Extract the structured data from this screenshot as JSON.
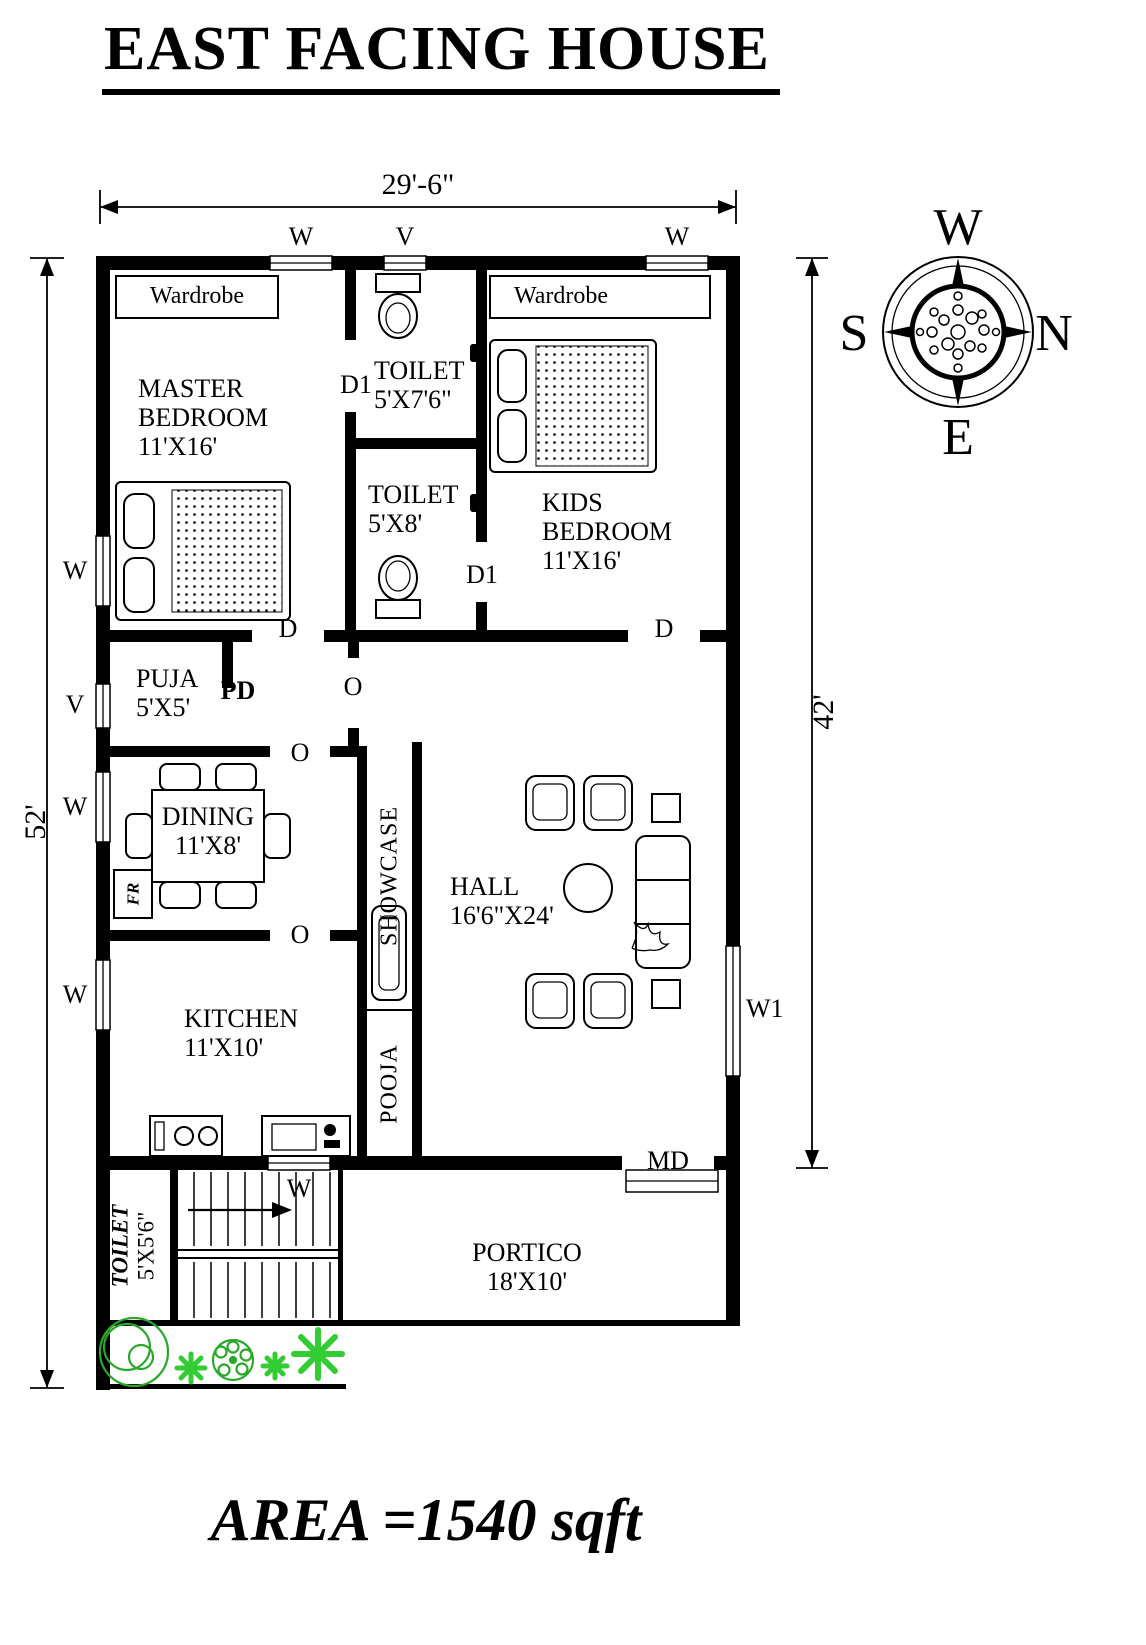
{
  "title": "EAST FACING HOUSE",
  "area_text": "AREA =1540 sqft",
  "dimensions": {
    "top_width": "29'-6\"",
    "left_height": "52'",
    "right_height": "42'"
  },
  "compass": {
    "top": "W",
    "left": "S",
    "right": "N",
    "bottom": "E"
  },
  "rooms": {
    "master_bedroom": {
      "line1": "MASTER",
      "line2": "BEDROOM",
      "size": "11'X16'"
    },
    "toilet_attached": {
      "name": "TOILET",
      "size": "5'X7'6\""
    },
    "toilet_common": {
      "name": "TOILET",
      "size": "5'X8'"
    },
    "kids_bedroom": {
      "line1": "KIDS",
      "line2": "BEDROOM",
      "size": "11'X16'"
    },
    "puja": {
      "name": "PUJA",
      "size": "5'X5'"
    },
    "dining": {
      "name": "DINING",
      "size": "11'X8'"
    },
    "kitchen": {
      "name": "KITCHEN",
      "size": "11'X10'"
    },
    "hall": {
      "name": "HALL",
      "size": "16'6\"X24'"
    },
    "portico": {
      "name": "PORTICO",
      "size": "18'X10'"
    },
    "stair_toilet": {
      "name": "TOILET",
      "size": "5'X5'6\""
    },
    "showcase": "SHOWCASE",
    "pooja": "POOJA",
    "wardrobe": "Wardrobe"
  },
  "markers": {
    "window": "W",
    "ventilator": "V",
    "door": "D",
    "door1": "D1",
    "puja_door": "PD",
    "main_door": "MD",
    "window1": "W1",
    "opening": "O",
    "fridge": "FR"
  }
}
